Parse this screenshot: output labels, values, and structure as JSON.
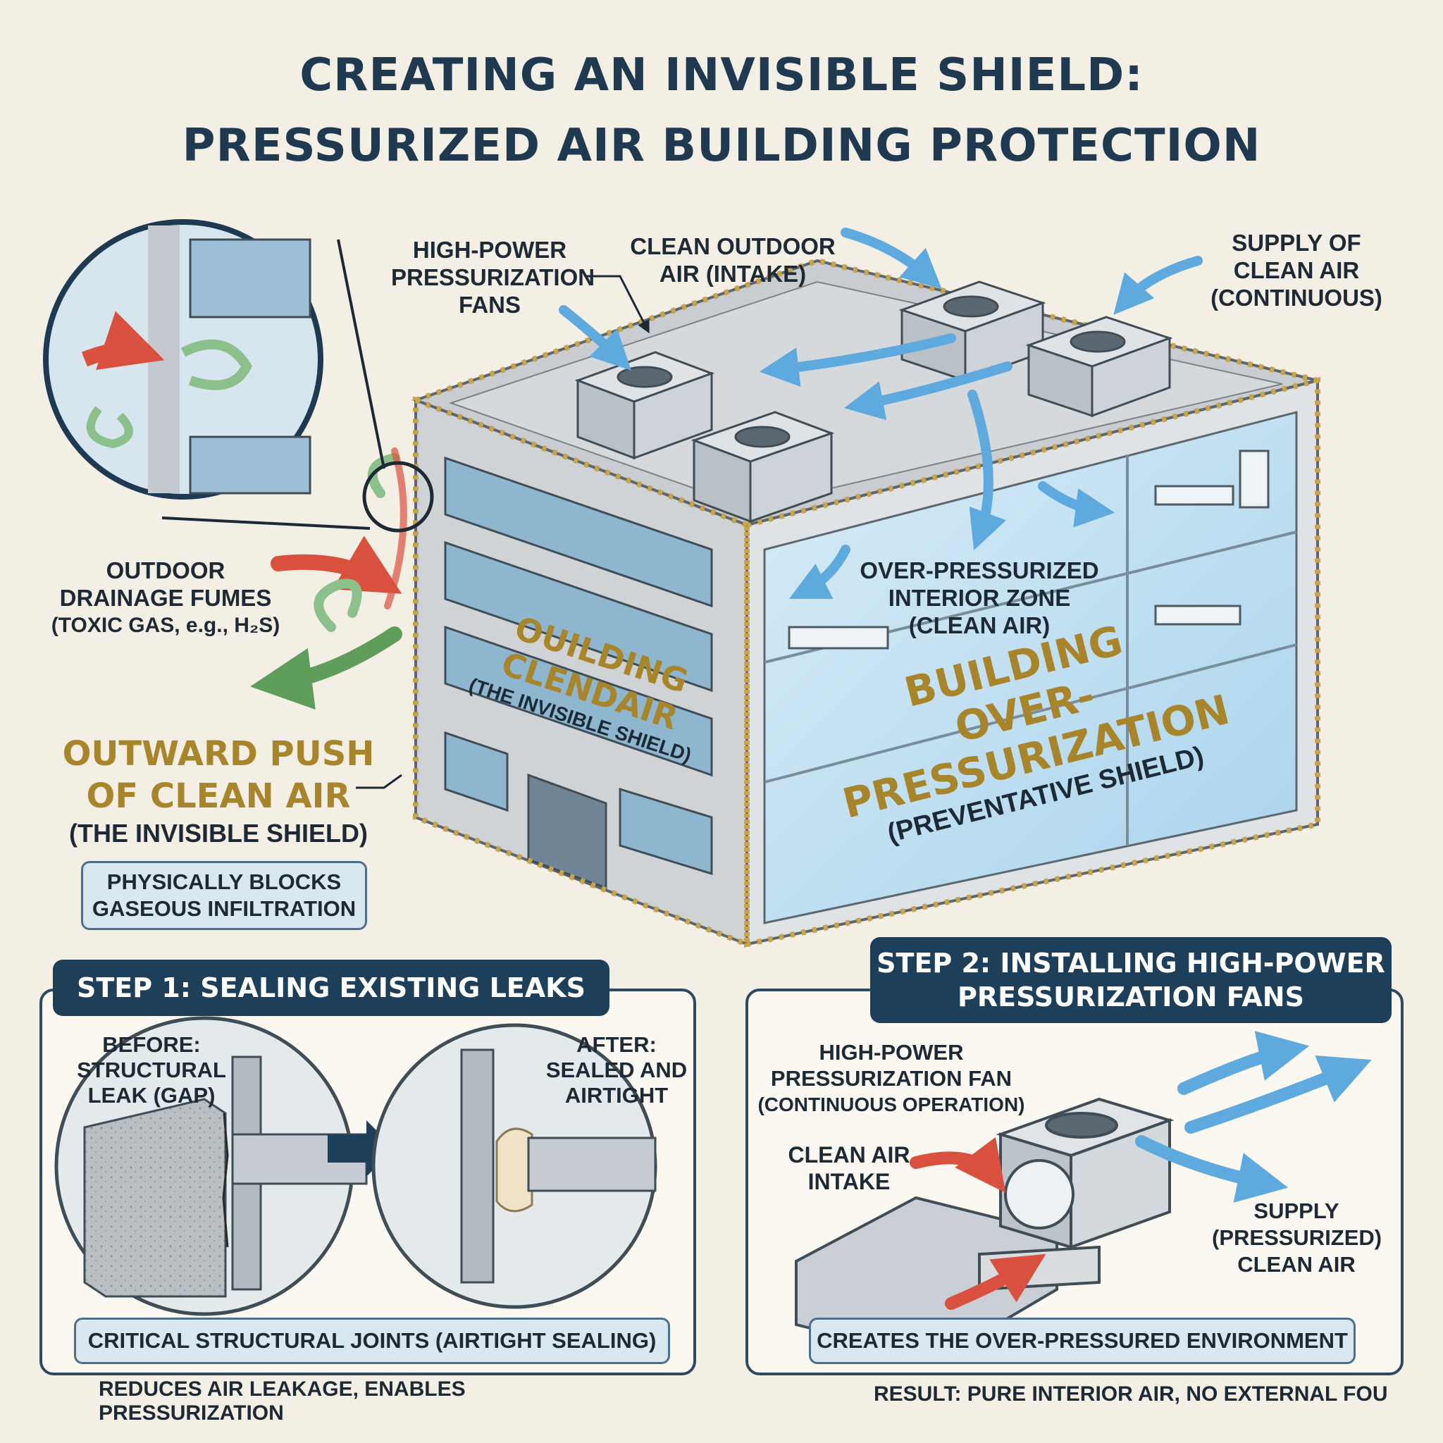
{
  "title": {
    "line1": "CREATING AN INVISIBLE SHIELD:",
    "line2": "PRESSURIZED AIR BUILDING PROTECTION"
  },
  "callouts": {
    "fans_top_1": "HIGH-POWER",
    "fans_top_2": "PRESSURIZATION",
    "fans_top_3": "FANS",
    "intake_1": "CLEAN OUTDOOR",
    "intake_2": "AIR (INTAKE)",
    "supply_1": "SUPPLY OF",
    "supply_2": "CLEAN AIR",
    "supply_3": "(CONTINUOUS)",
    "fumes_1": "OUTDOOR",
    "fumes_2": "DRAINAGE FUMES",
    "fumes_3": "(TOXIC GAS, e.g., H₂S)",
    "push_1": "OUTWARD PUSH",
    "push_2": "OF CLEAN AIR",
    "push_3": "(THE INVISIBLE SHIELD)",
    "push_badge_1": "PHYSICALLY BLOCKS",
    "push_badge_2": "GASEOUS INFILTRATION",
    "interior_1": "OVER-PRESSURIZED",
    "interior_2": "INTERIOR ZONE",
    "interior_3": "(CLEAN AIR)",
    "facade_1": "OUILDING",
    "facade_2": "CLENDAIR",
    "facade_3": "(THE INVISIBLE SHIELD)",
    "big_1": "BUILDING",
    "big_2": "OVER-PRESSURIZATION",
    "big_3": "(PREVENTATIVE SHIELD)"
  },
  "step1": {
    "header": "STEP 1: SEALING EXISTING LEAKS",
    "before_1": "BEFORE:",
    "before_2": "STRUCTURAL",
    "before_3": "LEAK (GAP)",
    "after_1": "AFTER:",
    "after_2": "SEALED AND",
    "after_3": "AIRTIGHT",
    "badge": "CRITICAL STRUCTURAL JOINTS (AIRTIGHT SEALING)",
    "footer": "REDUCES AIR LEAKAGE, ENABLES PRESSURIZATION"
  },
  "step2": {
    "header_1": "STEP 2: INSTALLING HIGH-POWER",
    "header_2": "PRESSURIZATION FANS",
    "fan_1": "HIGH-POWER",
    "fan_2": "PRESSURIZATION FAN",
    "fan_3": "(CONTINUOUS OPERATION)",
    "intake_1": "CLEAN AIR",
    "intake_2": "INTAKE",
    "supply_1": "SUPPLY",
    "supply_2": "(PRESSURIZED)",
    "supply_3": "CLEAN AIR",
    "badge": "CREATES THE OVER-PRESSURED ENVIRONMENT",
    "footer": "RESULT: PURE INTERIOR AIR, NO EXTERNAL FOU"
  },
  "colors": {
    "navy": "#1e3f5a",
    "gold": "#a8852a",
    "clean_air_blue": "#5ea9dd",
    "toxic_red": "#d9503f",
    "fume_green": "#6fae6a",
    "background": "#f4efe4"
  }
}
